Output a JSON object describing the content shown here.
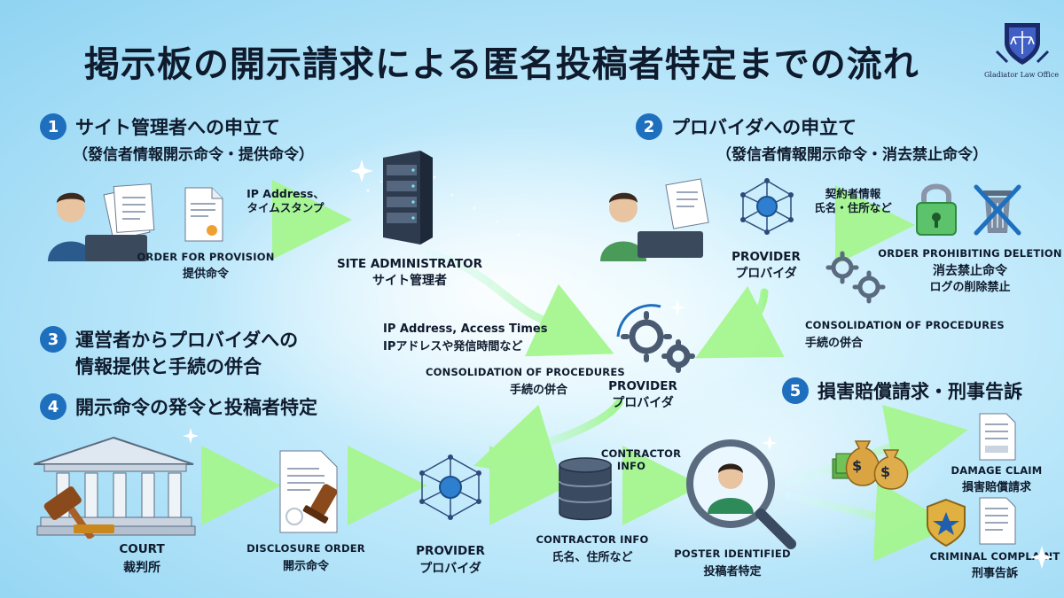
{
  "title": "掲示板の開示請求による匿名投稿者特定までの流れ",
  "logo": {
    "text": "Gladiator Law Office"
  },
  "step1": {
    "num": "1",
    "heading": "サイト管理者への申立て",
    "sub": "（發信者情報開示命令・提供命令）"
  },
  "step2": {
    "num": "2",
    "heading": "プロバイダへの申立て",
    "sub": "（發信者情報開示命令・消去禁止命令）"
  },
  "step3": {
    "num": "3",
    "heading_line1": "運営者からプロバイダへの",
    "heading_line2": "情報提供と手続の併合"
  },
  "step4": {
    "num": "4",
    "heading": "開示命令の発令と投稿者特定"
  },
  "step5": {
    "num": "5",
    "heading": "損害賠償請求・刑事告訴"
  },
  "labels": {
    "order_provision_en": "ORDER FOR PROVISION",
    "order_provision_jp": "提供命令",
    "ip_timestamp_1": "IP Address、",
    "ip_timestamp_2": "タイムスタンプ",
    "site_admin_en": "SITE ADMINISTRATOR",
    "site_admin_jp": "サイト管理者",
    "contract_info_1": "契約者情報",
    "contract_info_2": "氏名・住所など",
    "provider_en": "PROVIDER",
    "provider_jp": "プロバイダ",
    "deletion_en": "ORDER PROHIBITING DELETION",
    "deletion_jp1": "消去禁止命令",
    "deletion_jp2": "ログの削除禁止",
    "consol_right_en": "CONSOLIDATION OF PROCEDURES",
    "consol_right_jp": "手続の併合",
    "ip_access_en": "IP Address, Access Times",
    "ip_access_jp": "IPアドレスや発信時間など",
    "consol_left_en": "CONSOLIDATION OF PROCEDURES",
    "consol_left_jp": "手続の併合",
    "provider_center_en": "PROVIDER",
    "provider_center_jp": "プロバイダ",
    "court_en": "COURT",
    "court_jp": "裁判所",
    "disclosure_en": "DISCLOSURE ORDER",
    "disclosure_jp": "開示命令",
    "provider_bottom_en": "PROVIDER",
    "provider_bottom_jp": "プロバイダ",
    "contractor_info_top_1": "CONTRACTOR",
    "contractor_info_top_2": "INFO",
    "contractor_info_en": "CONTRACTOR INFO",
    "contractor_info_jp": "氏名、住所など",
    "poster_en": "POSTER IDENTIFIED",
    "poster_jp": "投稿者特定",
    "damage_en": "DAMAGE CLAIM",
    "damage_jp": "損害賠償請求",
    "criminal_en": "CRIMINAL COMPLAINT",
    "criminal_jp": "刑事告訴"
  },
  "colors": {
    "accent": "#1f6fbf",
    "arrow": "#9ff58a",
    "dark": "#0f1b2d",
    "navy": "#1b2a6b"
  }
}
